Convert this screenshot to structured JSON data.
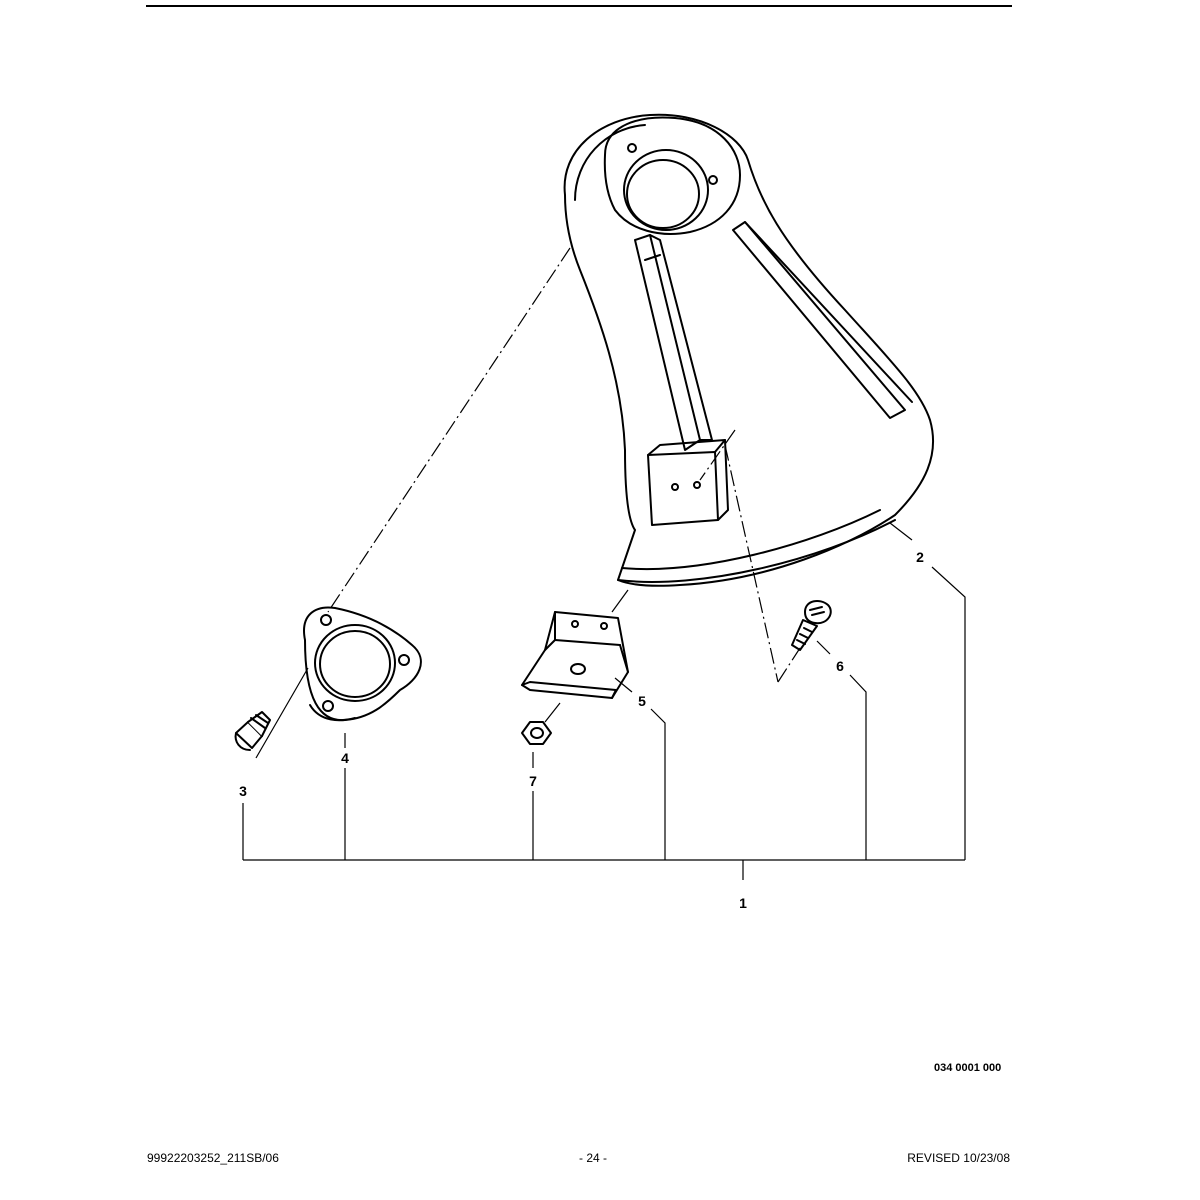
{
  "callouts": {
    "item1": "1",
    "item2": "2",
    "item3": "3",
    "item4": "4",
    "item5": "5",
    "item6": "6",
    "item7": "7"
  },
  "drawing_number": "034 0001 000",
  "footer": {
    "document_id": "99922203252_211SB/06",
    "page_number": "- 24 -",
    "revision": "REVISED 10/23/08"
  }
}
